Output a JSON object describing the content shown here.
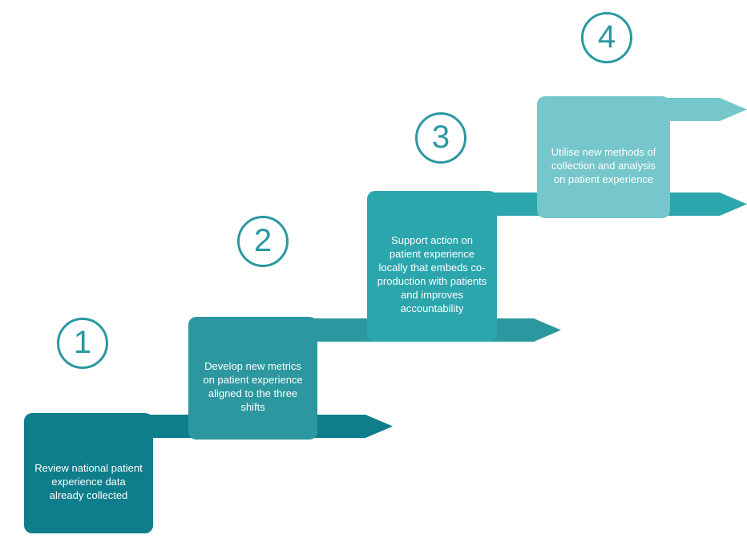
{
  "diagram": {
    "type": "staircase-process-steps",
    "circle_color": "#2a98a1",
    "text_color": "#ffffff",
    "steps": [
      {
        "number": "1",
        "text": "Review national patient experience data already collected",
        "color": "#0e7e8c"
      },
      {
        "number": "2",
        "text": "Develop new metrics on patient experience aligned to the three shifts",
        "color": "#2d97a0"
      },
      {
        "number": "3",
        "text": "Support action on patient experience locally that embeds co-production with patients and improves accountability",
        "color": "#2ca6ad"
      },
      {
        "number": "4",
        "text": "Utilise new methods of collection and analysis on patient experience",
        "color": "#76c7cb"
      }
    ]
  }
}
